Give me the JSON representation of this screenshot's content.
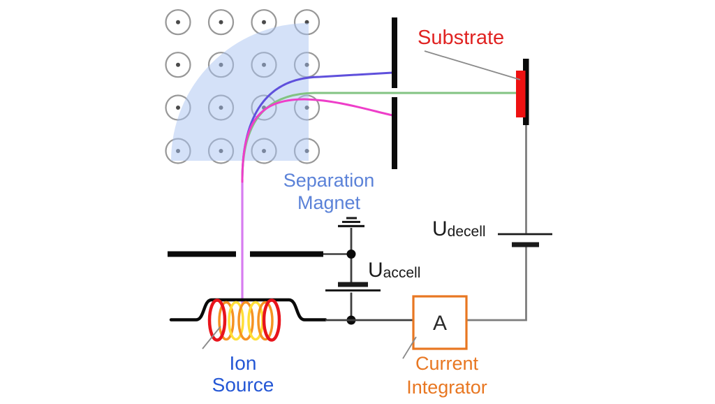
{
  "diagram": {
    "labels": {
      "substrate": "Substrate",
      "separation_magnet": [
        "Separation",
        "Magnet"
      ],
      "ion_source": [
        "Ion",
        "Source"
      ],
      "current_integrator": [
        "Current",
        "Integrator"
      ],
      "u_accell": {
        "main": "U",
        "sub": "accell"
      },
      "u_decell": {
        "main": "U",
        "sub": "decell"
      },
      "ammeter": "A"
    },
    "colors": {
      "beam_violet": "#d77cf0",
      "beam_magenta": "#ee3ec9",
      "beam_blue": "#5f50dc",
      "beam_green": "#82c382",
      "field_region_fill": "#a9c3f2",
      "substrate_red": "#ee1111",
      "coil_red": "#e8141c",
      "coil_orange": "#f59322",
      "coil_yellow": "#ffdf38",
      "accent_orange": "#e87722",
      "label_blue_light": "#5b82d8",
      "label_blue": "#2457d5",
      "label_red": "#e02322",
      "wire_gray": "#7d7d7d",
      "ink_black": "#1a1a1a"
    }
  }
}
